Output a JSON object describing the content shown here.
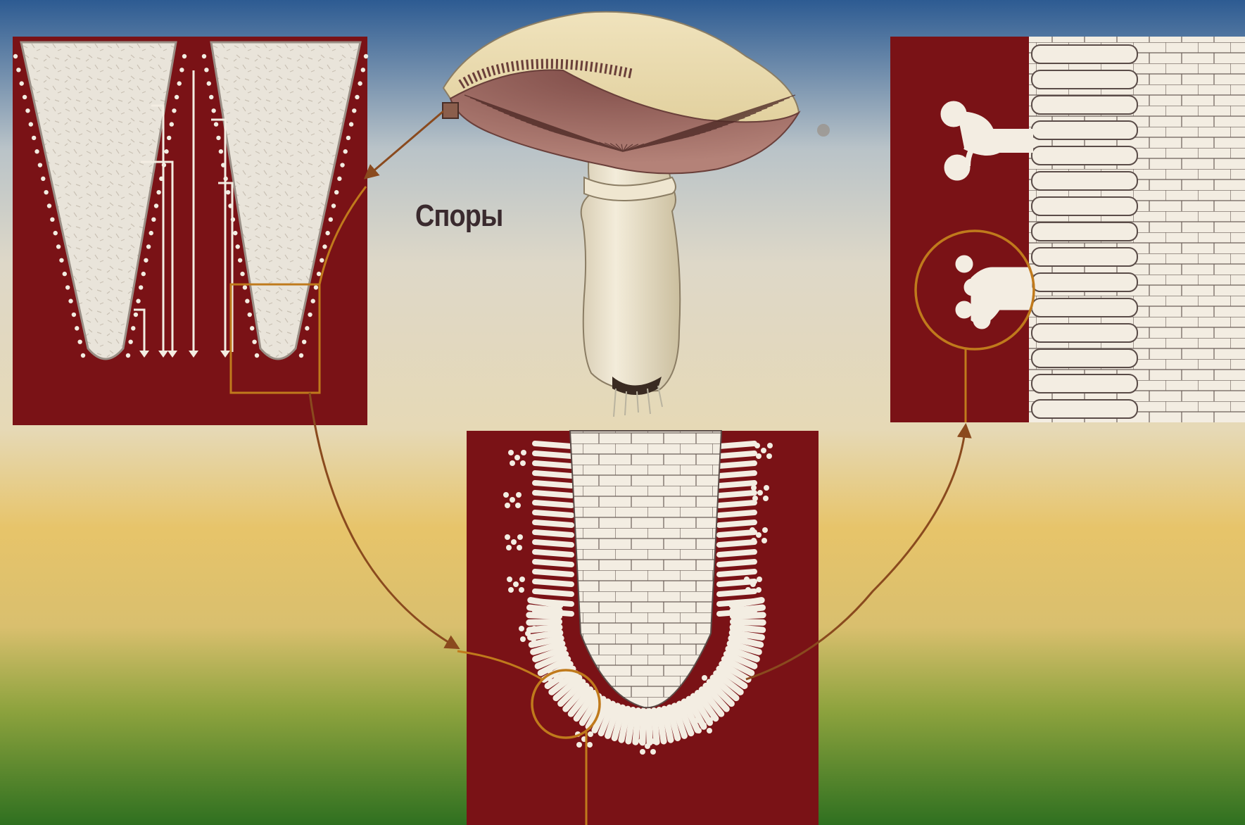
{
  "diagram": {
    "label_spores": "Споры"
  },
  "colors": {
    "panel_red": "#7a1216",
    "tissue": "#f2ebe0",
    "arrow": "#c07a1c",
    "sky_top": "#2d5b92",
    "sky_mid": "#d8d2c2",
    "sand": "#e5c26a",
    "grass": "#3c7a23"
  },
  "icons": {
    "mushroom": "mushroom-illustration",
    "gill_section": "gill-section-panel",
    "hymenium": "hymenium-panel",
    "basidium": "basidium-panel"
  }
}
